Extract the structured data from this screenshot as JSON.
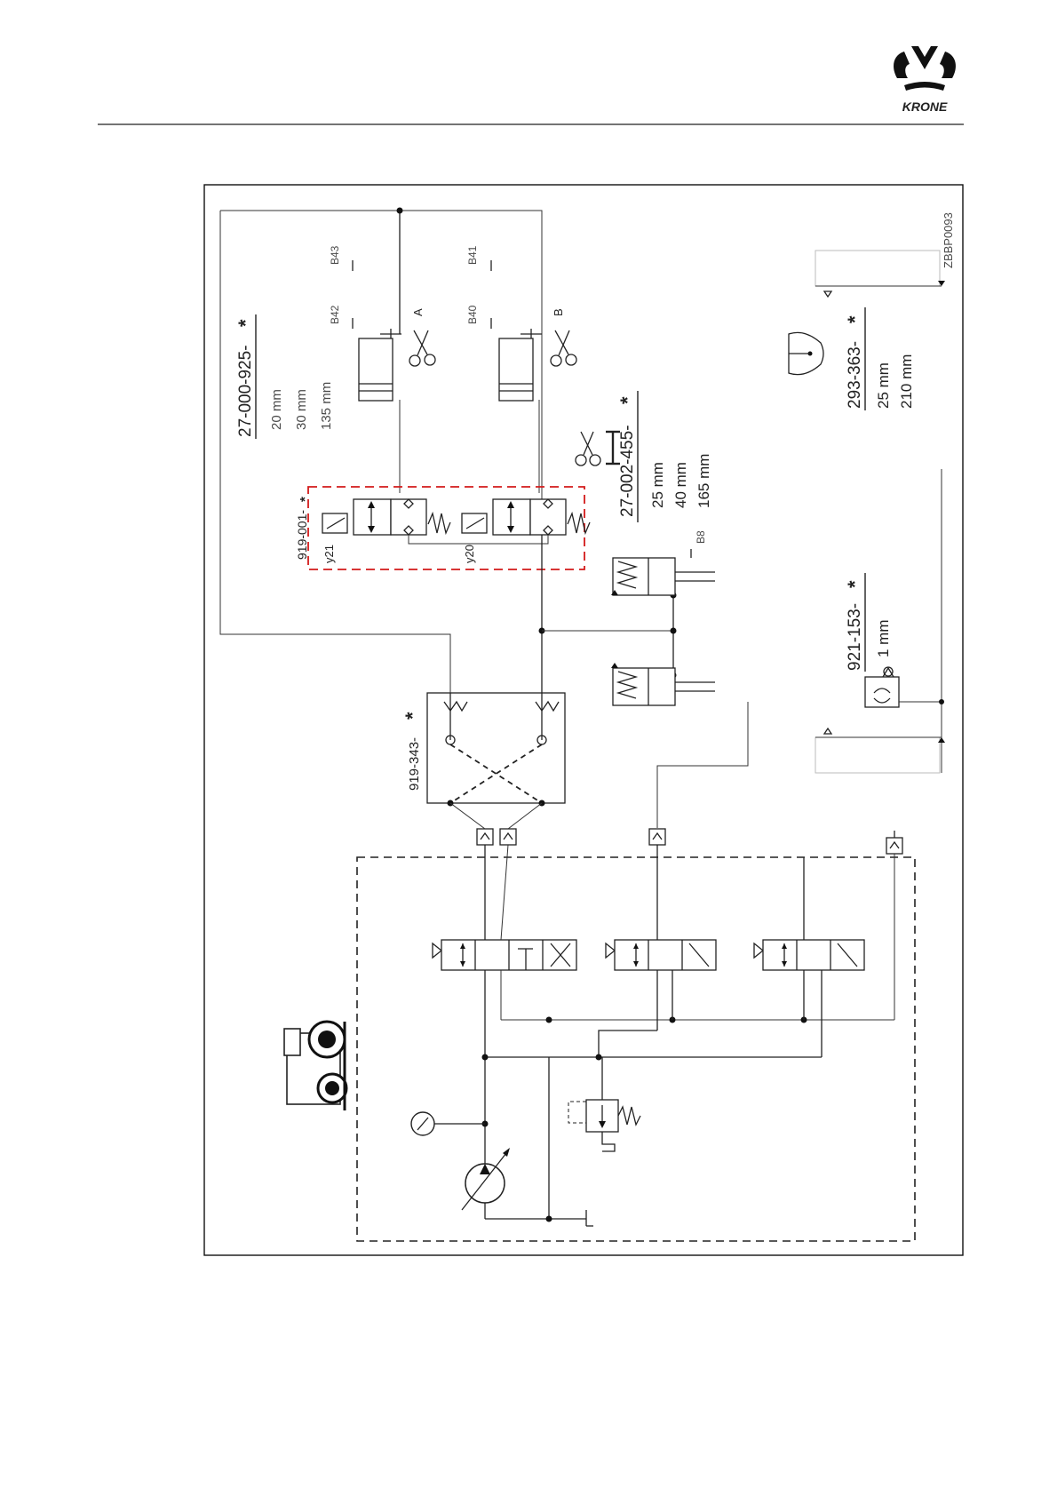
{
  "header": {
    "brand": "KRONE"
  },
  "diagram": {
    "drawing_code": "ZBBP0093",
    "cylinder_group": {
      "part": "27-000-925-",
      "star": "*",
      "dims": [
        "20 mm",
        "30 mm",
        "135 mm"
      ]
    },
    "sensors": {
      "b43": "B43",
      "b41": "B41",
      "b42": "B42",
      "b40": "B40",
      "b8": "B8"
    },
    "cylinders": {
      "a": "A",
      "b": "B"
    },
    "solenoid_block": {
      "part": "919-001-",
      "star": "*",
      "y21": "y21",
      "y20": "y20"
    },
    "cylinder_kit": {
      "part": "27-002-455-",
      "star": "*",
      "dims": [
        "25 mm",
        "40 mm",
        "165 mm"
      ]
    },
    "accumulator": {
      "part": "293-363-",
      "star": "*",
      "dims": [
        "25 mm",
        "210 mm"
      ]
    },
    "throttle": {
      "part": "921-153-",
      "star": "*",
      "dims": [
        "1 mm"
      ]
    },
    "cross_valve": {
      "part": "919-343-",
      "star": "*"
    }
  }
}
